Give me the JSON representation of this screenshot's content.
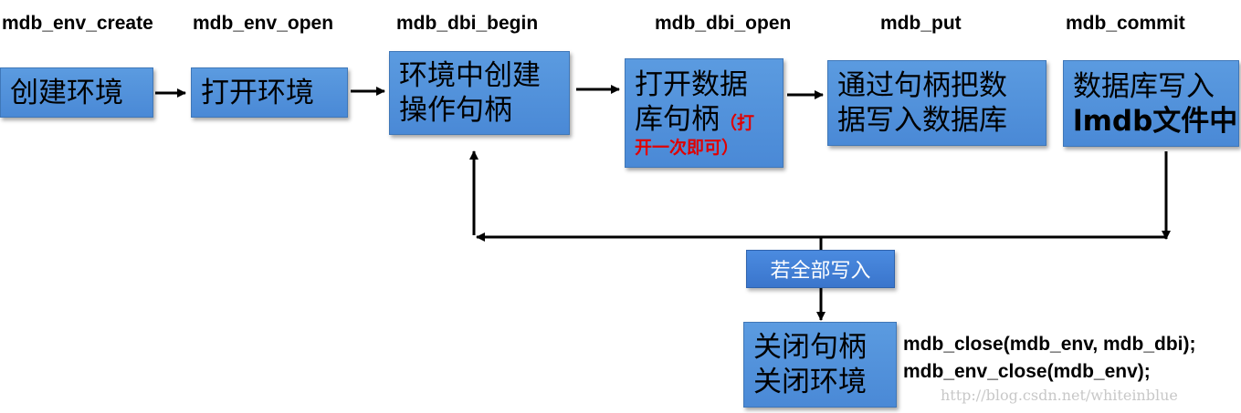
{
  "functions": {
    "env_create": "mdb_env_create",
    "env_open": "mdb_env_open",
    "dbi_begin": "mdb_dbi_begin",
    "dbi_open": "mdb_dbi_open",
    "put": "mdb_put",
    "commit": "mdb_commit"
  },
  "steps": {
    "create_env": {
      "line1": "创建环境"
    },
    "open_env": {
      "line1": "打开环境"
    },
    "begin_txn": {
      "line1": "环境中创建",
      "line2": "操作句柄"
    },
    "open_dbi": {
      "line1": "打开数据",
      "line2": "库句柄",
      "note_part1": "（打",
      "note_part2": "开一次即可）"
    },
    "put_data": {
      "line1": "通过句柄把数",
      "line2": "据写入数据库"
    },
    "commit_data": {
      "line1": "数据库写入",
      "line2": "lmdb文件中"
    },
    "close": {
      "line1": "关闭句柄",
      "line2": "关闭环境"
    }
  },
  "branch_label": "若全部写入",
  "close_calls": {
    "line1": "mdb_close(mdb_env, mdb_dbi);",
    "line2": "mdb_env_close(mdb_env);"
  },
  "watermark": "http://blog.csdn.net/whiteinblue",
  "colors": {
    "box_fill": "#4f8fdc",
    "tag_fill": "#3f7fd4",
    "note_text": "#e00000",
    "arrow": "#000000"
  }
}
